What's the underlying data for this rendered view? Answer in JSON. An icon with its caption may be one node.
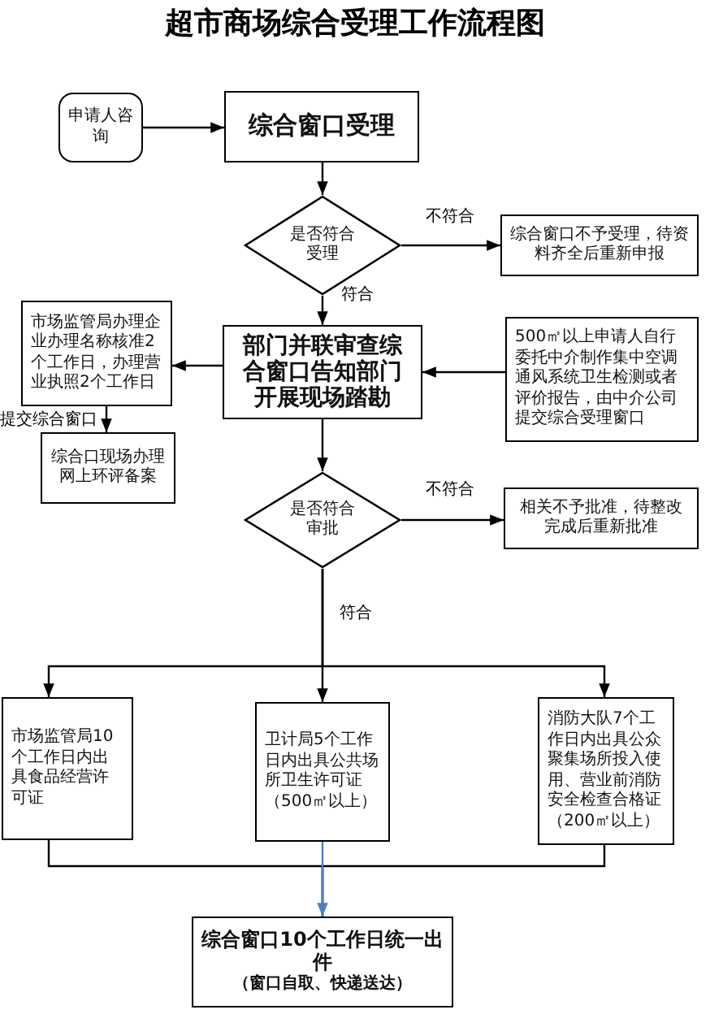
{
  "diagram": {
    "title": "超市商场综合受理工作流程图",
    "nodes": [
      {
        "text": [
          "申请人咨询"
        ]
      },
      {
        "text": [
          "综合窗口受理"
        ]
      },
      {
        "text": [
          "是否符合受理"
        ]
      },
      {
        "text": [
          "综合窗口不予受理，待资料齐全后重新申报"
        ]
      },
      {
        "text": [
          "市场监管局办理企业办理名称核准2个工作日，办理营业执照2个工作日"
        ]
      },
      {
        "text": [
          "部门并联审查综合窗口告知部门开展现场踏勘"
        ]
      },
      {
        "text": [
          "500㎡以上申请人自行委托中介制作集中空调通风系统卫生检测或者评价报告，由中介公司提交综合受理窗口"
        ]
      },
      {
        "text": [
          "综合口现场办理网上环评备案"
        ]
      },
      {
        "text": [
          "是否符合审批"
        ]
      },
      {
        "text": [
          "相关不予批准，待整改完成后重新批准"
        ]
      },
      {
        "text": [
          "市场监管局10个工作日内出具食品经营许可证"
        ]
      },
      {
        "text": [
          "卫计局5个工作日内出具公共场所卫生许可证（500㎡以上）"
        ]
      },
      {
        "text": [
          "消防大队7个工作日内出具公众聚集场所投入使用、营业前消防安全检查合格证（200㎡以上）"
        ]
      },
      {
        "text": [
          "综合窗口10个工作日统一出件",
          "（窗口自取、快递送达）"
        ]
      }
    ],
    "edges": [
      {
        "from": 0,
        "to": 1,
        "arrow": "to"
      },
      {
        "from": 1,
        "to": 2,
        "arrow": "to"
      },
      {
        "from": 2,
        "to": 3,
        "arrow": "to",
        "label": "不符合"
      },
      {
        "from": 2,
        "to": 5,
        "arrow": "to",
        "label": "符合"
      },
      {
        "from": 5,
        "to": 4,
        "arrow": "to"
      },
      {
        "from": 6,
        "to": 5,
        "arrow": "to"
      },
      {
        "from": 4,
        "to": 7,
        "arrow": "to",
        "label": "提交综合窗口"
      },
      {
        "from": 5,
        "to": 8,
        "arrow": "to"
      },
      {
        "from": 8,
        "to": 9,
        "arrow": "to",
        "label": "不符合"
      },
      {
        "from": 8,
        "to": 10,
        "arrow": "to"
      },
      {
        "from": 8,
        "to": 11,
        "arrow": "to",
        "label": "符合"
      },
      {
        "from": 8,
        "to": 12,
        "arrow": "to"
      },
      {
        "from": 10,
        "to": 13,
        "arrow": "none"
      },
      {
        "from": 12,
        "to": 13,
        "arrow": "none"
      },
      {
        "from": 11,
        "to": 13,
        "arrow": "to",
        "color": "#4f81bd"
      }
    ]
  }
}
